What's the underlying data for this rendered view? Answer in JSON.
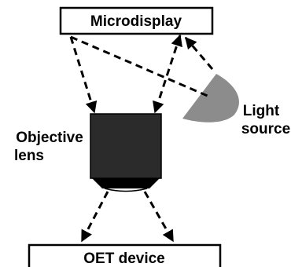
{
  "labels": {
    "microdisplay": "Microdisplay",
    "objective_line1": "Objective",
    "objective_line2": "lens",
    "light_line1": "Light",
    "light_line2": "source",
    "oet_device": "OET device"
  },
  "colors": {
    "lens_body": "#2b2b2b",
    "light_source": "#8c8c8c",
    "stroke": "#000000",
    "background": "#ffffff"
  }
}
